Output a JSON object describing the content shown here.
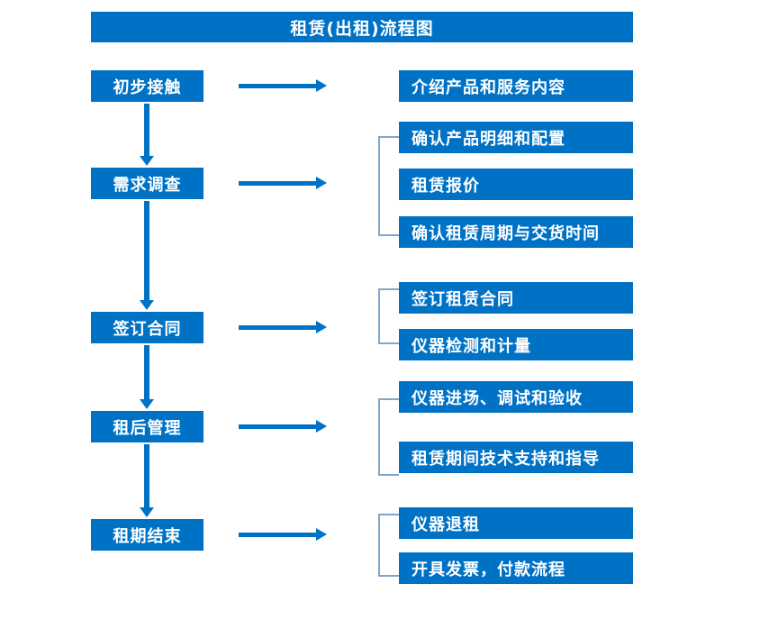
{
  "chart_data": {
    "type": "flowchart",
    "title": "租赁(出租)流程图",
    "orientation": "vertical-stages-with-right-details",
    "accent_color": "#0072C6",
    "bracket_color": "#7FA7CC",
    "background_color": "#FFFFFF",
    "text_color": "#FFFFFF"
  },
  "header": {
    "title": "租赁(出租)流程图"
  },
  "stages": [
    {
      "label": "初步接触"
    },
    {
      "label": "需求调查"
    },
    {
      "label": "签订合同"
    },
    {
      "label": "租后管理"
    },
    {
      "label": "租期结束"
    }
  ],
  "details": [
    {
      "label": "介绍产品和服务内容"
    },
    {
      "label": "确认产品明细和配置"
    },
    {
      "label": "租赁报价"
    },
    {
      "label": "确认租赁周期与交货时间"
    },
    {
      "label": "签订租赁合同"
    },
    {
      "label": "仪器检测和计量"
    },
    {
      "label": "仪器进场、调试和验收"
    },
    {
      "label": "租赁期间技术支持和指导"
    },
    {
      "label": "仪器退租"
    },
    {
      "label": "开具发票，付款流程"
    }
  ]
}
